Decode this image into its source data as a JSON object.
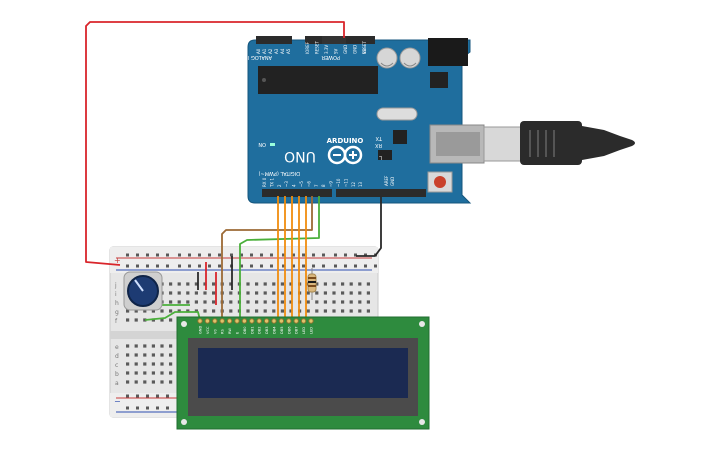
{
  "arduino": {
    "brand": "ARDUINO",
    "model": "UNO",
    "section_power": "POWER",
    "section_analog": "ANALOG IN",
    "section_digital": "DIGITAL (PWM~)",
    "led_on": "ON",
    "led_l": "L",
    "led_tx": "TX",
    "led_rx": "RX",
    "aref": "AREF",
    "gnd": "GND",
    "reset_btn_label": "RESET",
    "power_pins": [
      "IOREF",
      "RESET",
      "3.3V",
      "5V",
      "GND",
      "GND",
      "Vin"
    ],
    "analog_pins": [
      "A0",
      "A1",
      "A2",
      "A3",
      "A4",
      "A5"
    ],
    "digital_pins": [
      "13",
      "12",
      "~11",
      "~10",
      "~9",
      "8",
      "7",
      "~6",
      "~5",
      "4",
      "~3",
      "2",
      "TX 1",
      "RX 0"
    ],
    "board_color": "#1f6e9e",
    "header_color": "#2b2b2b"
  },
  "breadboard": {
    "rows_top": [
      "j",
      "i",
      "h",
      "g",
      "f"
    ],
    "rows_bottom": [
      "e",
      "d",
      "c",
      "b",
      "a"
    ],
    "rail_plus": "+",
    "rail_minus": "−"
  },
  "lcd": {
    "pin_labels": [
      "GND",
      "VCC",
      "V0",
      "RS",
      "RW",
      "E",
      "DB0",
      "DB1",
      "DB2",
      "DB3",
      "DB4",
      "DB5",
      "DB6",
      "DB7",
      "LED",
      "LED"
    ],
    "pcb_color": "#2e8b3e",
    "screen_color": "#1b2a52"
  },
  "wires": {
    "power_color": "#d9252b",
    "data_color": "#f08c0e",
    "rs_color": "#9c6a35",
    "e_color": "#4aaf3a",
    "gnd_color": "#2a2a2a"
  }
}
